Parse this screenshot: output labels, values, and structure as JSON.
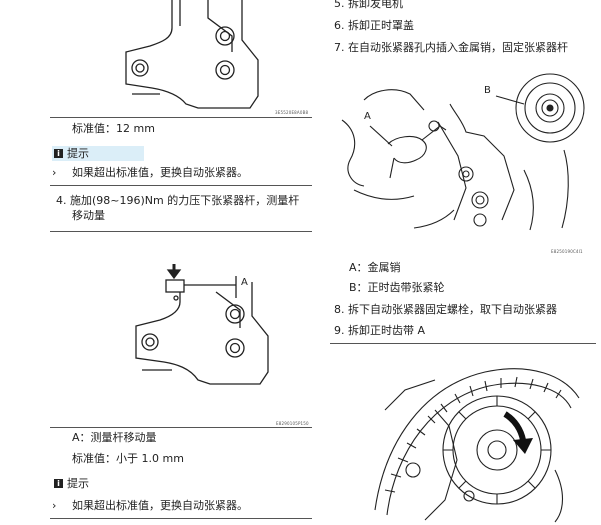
{
  "left": {
    "standard_value_1": "标准值：12 mm",
    "tip_label_1": "提示",
    "tip_text_1": "如果超出标准值，更换自动张紧器。",
    "step4_line1": "4.  施加(98~196)Nm 的力压下张紧器杆，测量杆",
    "step4_line2": "移动量",
    "fig_label_a": "A",
    "caption_a": "A：测量杆移动量",
    "standard_value_2": "标准值：小于 1.0 mm",
    "tip_label_2": "提示",
    "tip_text_2": "如果超出标准值，更换自动张紧器。"
  },
  "right": {
    "step5": "5.  拆卸发电机",
    "step6": "6.  拆卸正时罩盖",
    "step7": "7.  在自动张紧器孔内插入金属销，固定张紧器杆",
    "fig_label_a": "A",
    "fig_label_b": "B",
    "caption_a": "A：金属销",
    "caption_b": "B：正时齿带张紧轮",
    "step8": "8.  拆下自动张紧器固定螺栓，取下自动张紧器",
    "step9": "9.  拆卸正时齿带 A"
  },
  "icons": {
    "tip": "info-icon"
  },
  "colors": {
    "tip_band": "#dbeef8",
    "text": "#222222"
  }
}
